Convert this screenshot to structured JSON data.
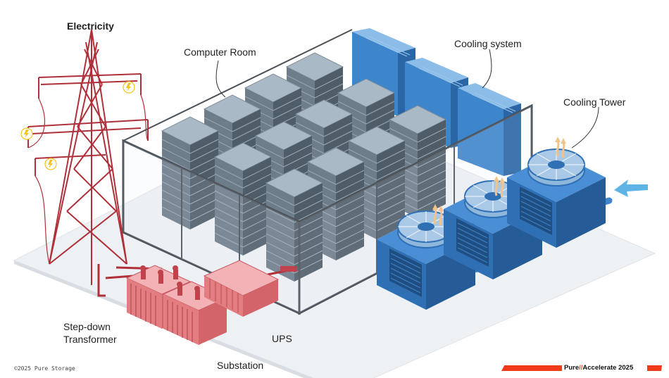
{
  "labels": {
    "electricity": "Electricity",
    "computer_room": "Computer Room",
    "cooling_system": "Cooling system",
    "cooling_tower": "Cooling Tower",
    "step_down": "Step-down",
    "transformer": "Transformer",
    "ups": "UPS",
    "substation": "Substation"
  },
  "footer": {
    "copyright": "©2025 Pure Storage",
    "brand_pure": "Pure",
    "brand_slash": "//",
    "brand_event": "Accelerate 2025"
  },
  "colors": {
    "tower": "#b0303a",
    "transformer": "#e27d82",
    "server_top": "#9fb0bf",
    "server_side": "#5b6a78",
    "cooling_blue": "#3c80c8",
    "floor": "#eef1f4",
    "brand_red": "#f03a1a",
    "bolt": "#f2c51d"
  },
  "icons": [
    "lightning-bolt-icon",
    "heat-arrow-icon",
    "airflow-arrow-icon"
  ]
}
